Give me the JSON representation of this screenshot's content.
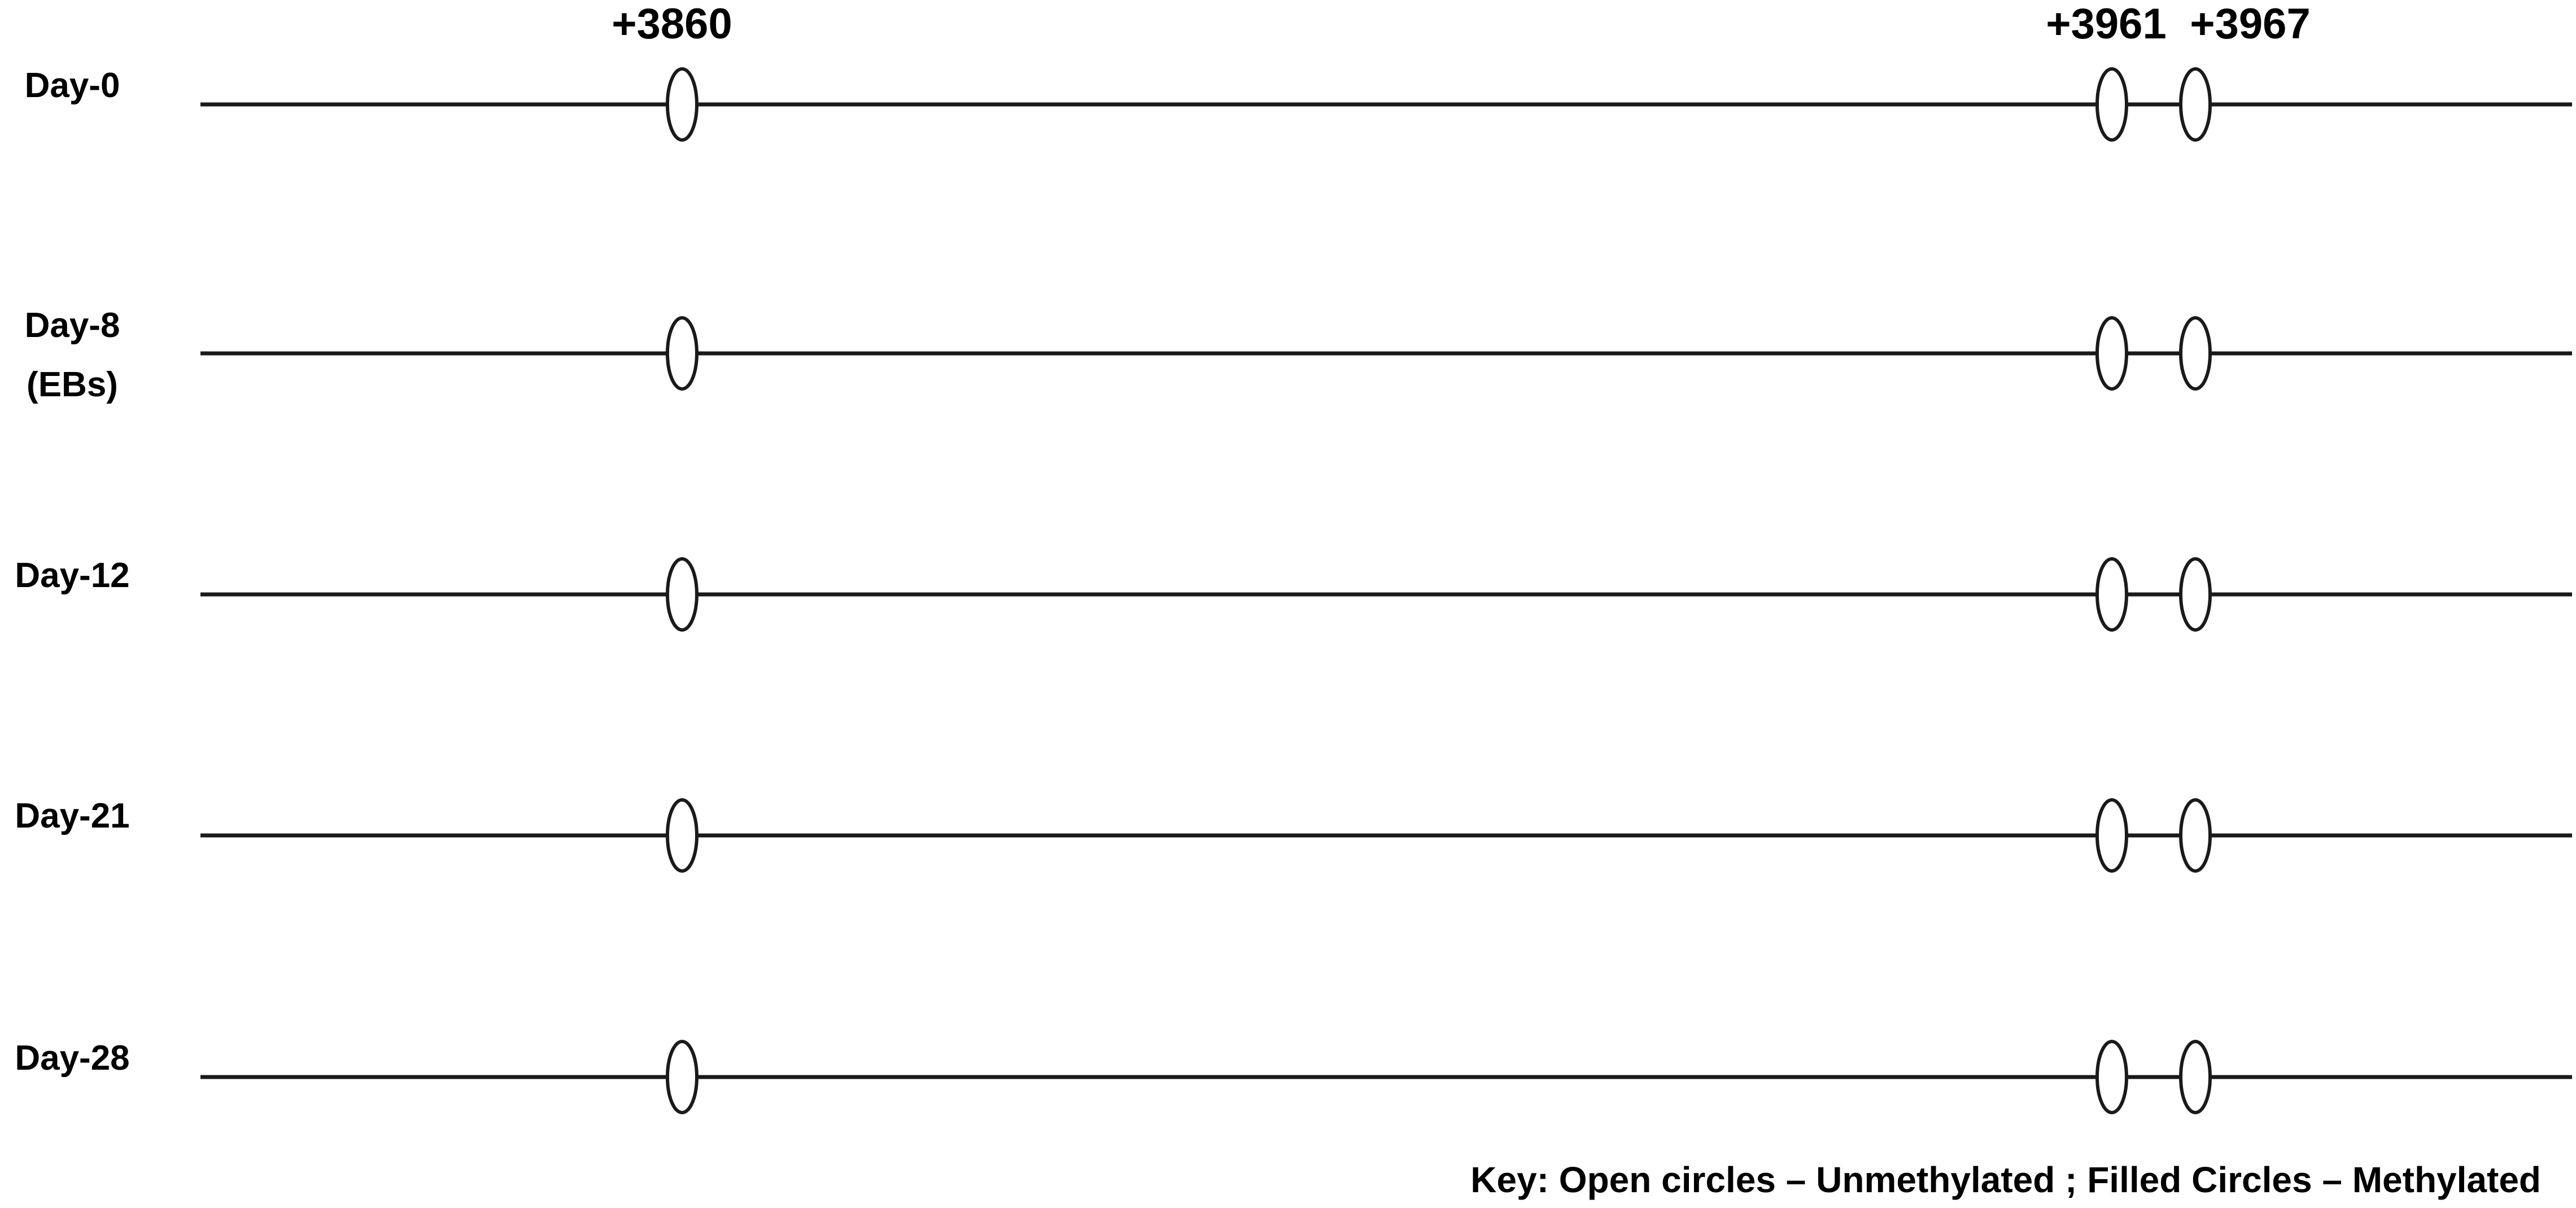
{
  "figure": {
    "sites": [
      {
        "label": "+3860"
      },
      {
        "label": "+3961"
      },
      {
        "label": "+3967"
      }
    ],
    "rows": [
      {
        "label_lines": [
          "Day-0"
        ],
        "methylated": [
          false,
          false,
          false
        ]
      },
      {
        "label_lines": [
          "Day-8",
          "(EBs)"
        ],
        "methylated": [
          false,
          false,
          false
        ]
      },
      {
        "label_lines": [
          "Day-12"
        ],
        "methylated": [
          false,
          false,
          false
        ]
      },
      {
        "label_lines": [
          "Day-21"
        ],
        "methylated": [
          false,
          false,
          false
        ]
      },
      {
        "label_lines": [
          "Day-28"
        ],
        "methylated": [
          false,
          false,
          false
        ]
      }
    ],
    "key": "Key: Open circles – Unmethylated ; Filled Circles – Methylated",
    "colors": {
      "open_fill": "#ffffff",
      "filled_fill": "#000000",
      "stroke": "#1a1a1a"
    }
  }
}
